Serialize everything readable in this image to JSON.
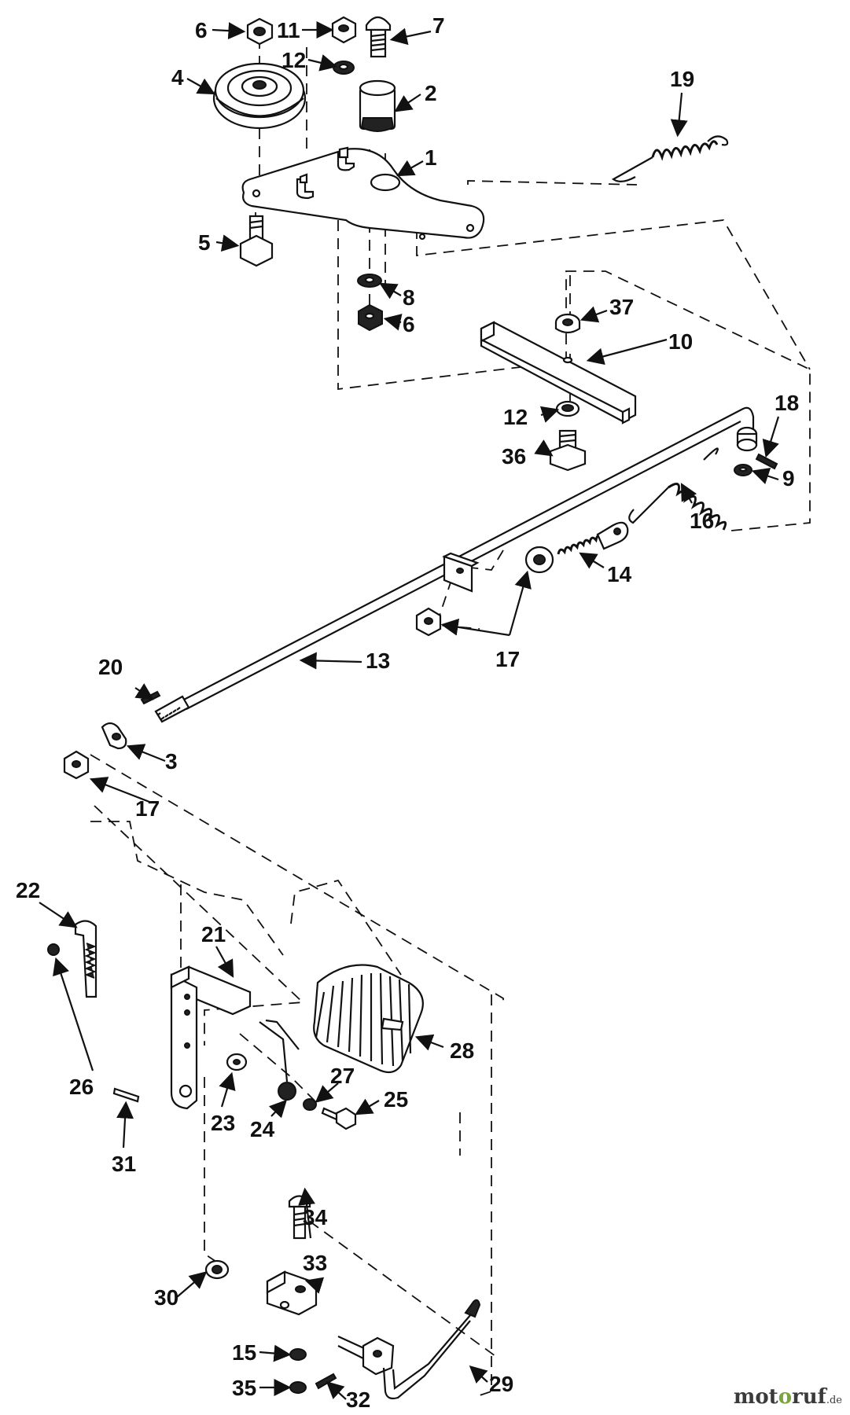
{
  "labels": {
    "l1": "1",
    "l2": "2",
    "l3": "3",
    "l4": "4",
    "l5": "5",
    "l6a": "6",
    "l6b": "6",
    "l7": "7",
    "l8": "8",
    "l9": "9",
    "l10": "10",
    "l11": "11",
    "l12a": "12",
    "l12b": "12",
    "l13": "13",
    "l14": "14",
    "l15": "15",
    "l16": "16",
    "l17a": "17",
    "l17b": "17",
    "l18": "18",
    "l19": "19",
    "l20": "20",
    "l21": "21",
    "l22": "22",
    "l23": "23",
    "l24": "24",
    "l25": "25",
    "l26": "26",
    "l27": "27",
    "l28": "28",
    "l29": "29",
    "l30": "30",
    "l31": "31",
    "l32": "32",
    "l33": "33",
    "l34": "34",
    "l35": "35",
    "l36": "36",
    "l37": "37"
  },
  "watermark": {
    "pre": "mot",
    "o": "o",
    "post": "ruf",
    "tld": ".de"
  },
  "colors": {
    "ink": "#111111",
    "paper": "#ffffff",
    "brand_green": "#7aa53a"
  }
}
